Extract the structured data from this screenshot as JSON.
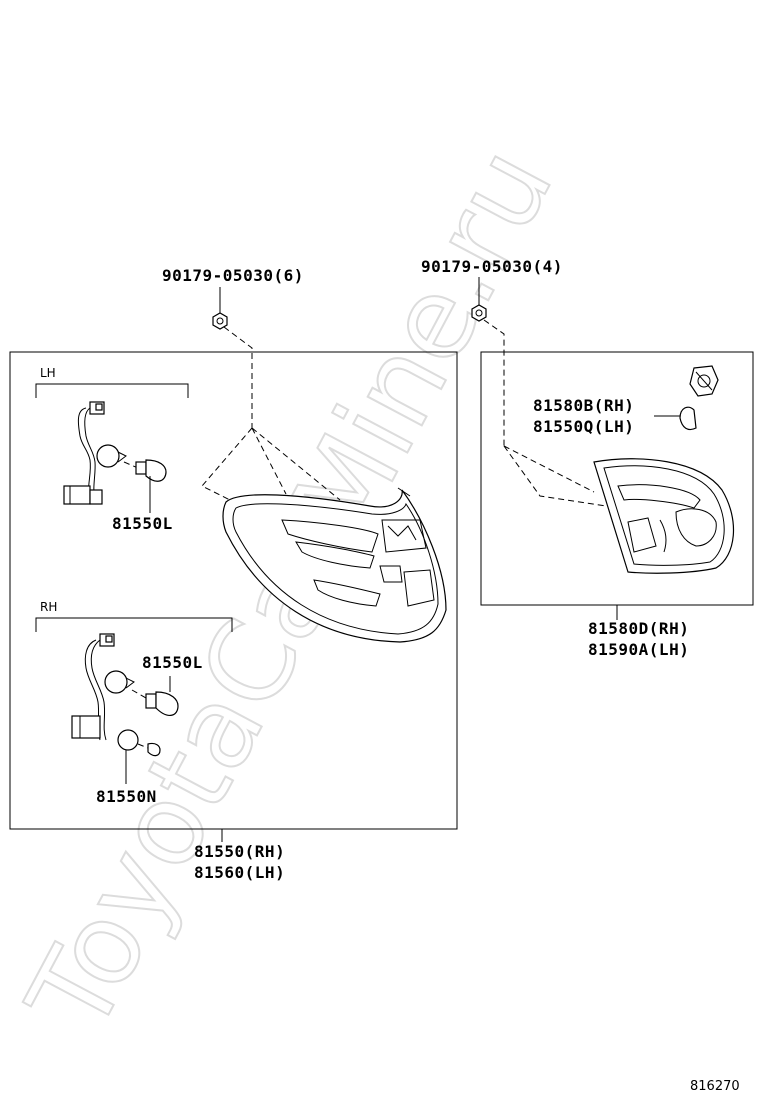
{
  "watermark": "ToyotaCarMine.ru",
  "figure_number": "816270",
  "callouts": {
    "screw_left": "90179-05030(6)",
    "screw_right": "90179-05030(4)",
    "lh_label": "LH",
    "rh_label": "RH",
    "bulb_lh": "81550L",
    "bulb_rh_main": "81550L",
    "bulb_rh_small": "81550N",
    "assy_outer_rh": "81550(RH)",
    "assy_outer_lh": "81560(LH)",
    "bulb_inner_rh": "81580B(RH)",
    "bulb_inner_lh": "81550Q(LH)",
    "assy_inner_rh": "81580D(RH)",
    "assy_inner_lh": "81590A(LH)"
  }
}
